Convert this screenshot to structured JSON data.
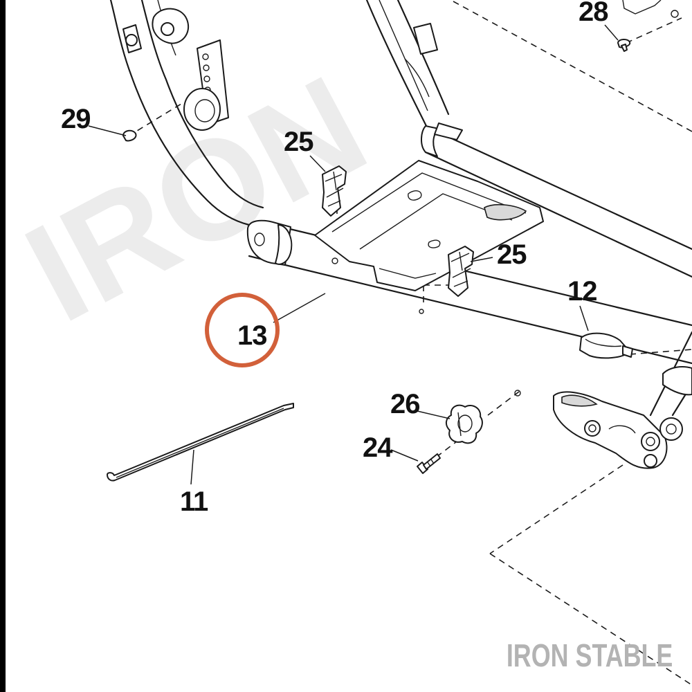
{
  "watermark": {
    "text": "IRON"
  },
  "brand": {
    "label": "IRON STABLE"
  },
  "highlight": {
    "color": "#d2603a",
    "target": "13"
  },
  "callouts": {
    "c28": "28",
    "c29": "29",
    "c25a": "25",
    "c25b": "25",
    "c12": "12",
    "c13": "13",
    "c26": "26",
    "c24": "24",
    "c11": "11"
  }
}
